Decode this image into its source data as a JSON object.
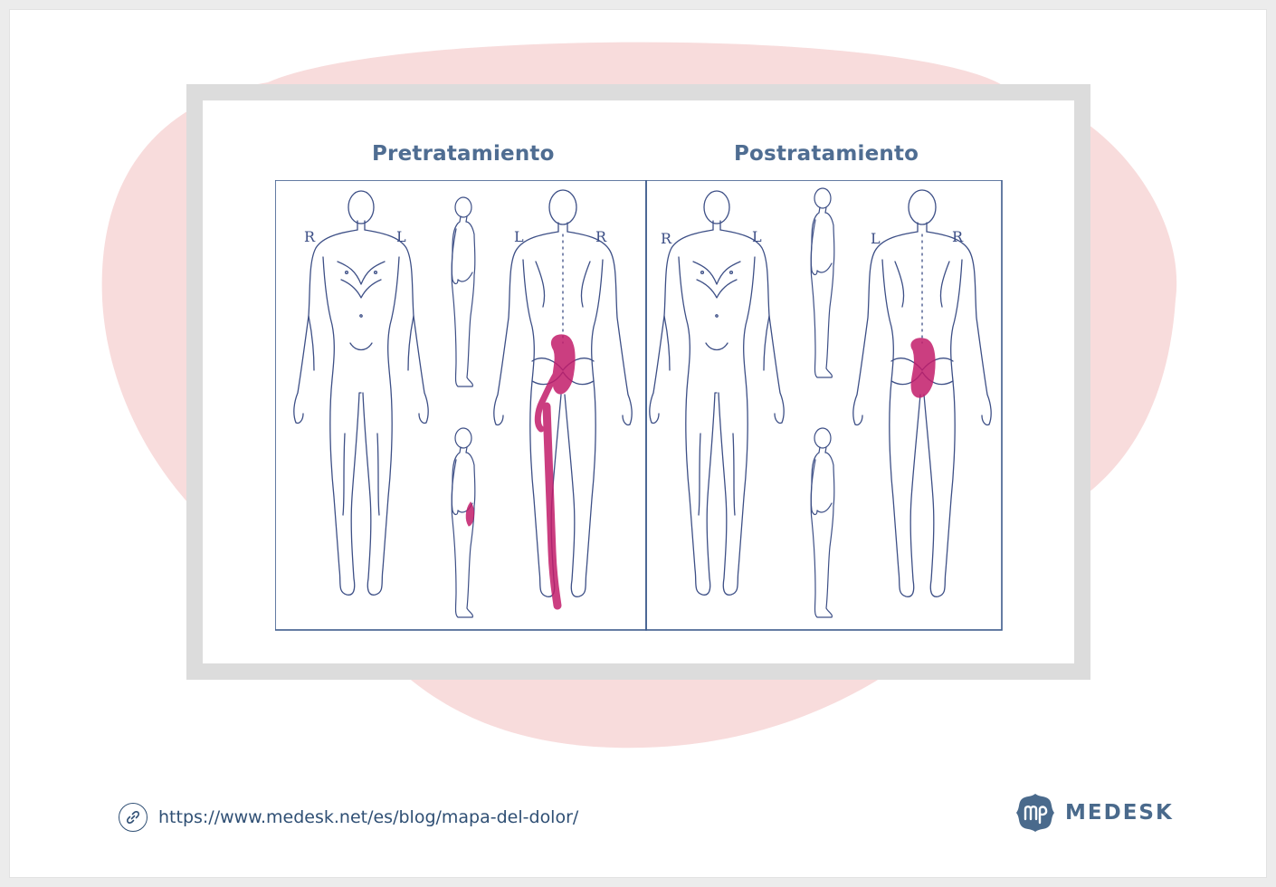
{
  "figure": {
    "headings": {
      "pre": "Pretratamiento",
      "post": "Postratamiento"
    },
    "side_labels": {
      "right": "R",
      "left": "L"
    }
  },
  "footer": {
    "url": "https://www.medesk.net/es/blog/mapa-del-dolor/",
    "link_icon": "link-icon"
  },
  "brand": {
    "name": "MEDESK",
    "logo_icon": "mp-logo-icon"
  },
  "colors": {
    "background_blob": "#f8dcdc",
    "frame": "#dcdcdc",
    "heading": "#4f6d92",
    "body_outline": "#3d4f86",
    "pain_marking": "#c21d6b",
    "brand": "#4a6a8c"
  }
}
